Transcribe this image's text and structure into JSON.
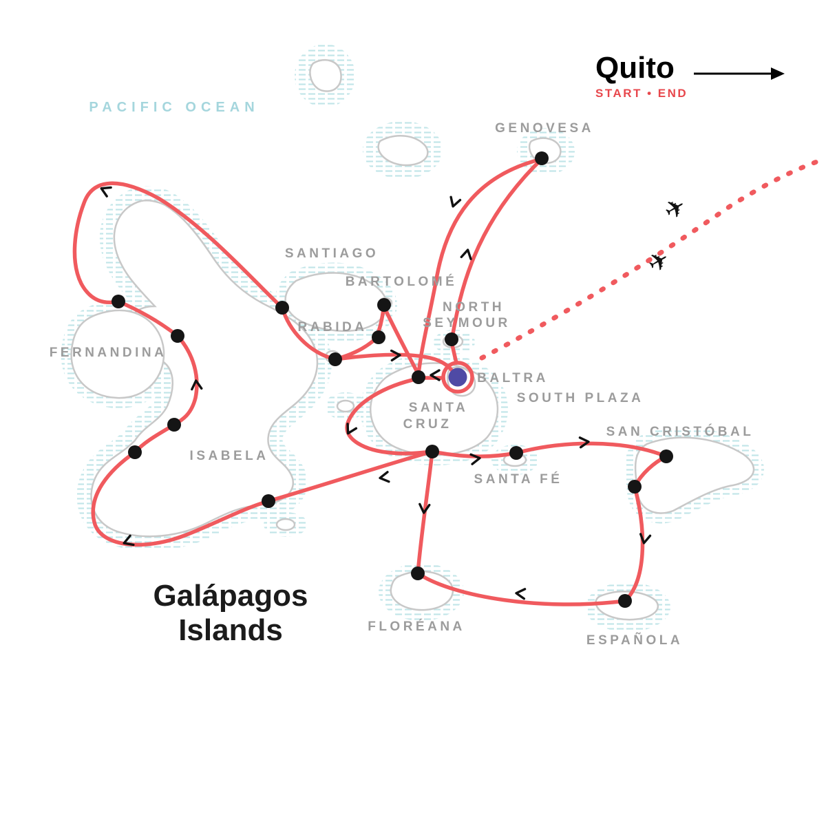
{
  "colors": {
    "route": "#f05a5e",
    "accent": "#e8474c",
    "start": "#4f4aa5",
    "stop": "#151515",
    "water": "#c2e5e8",
    "ocean": "#a5d6dd",
    "label": "#9c9c9c",
    "island-outline": "#c8c8c8"
  },
  "title": {
    "line1": "Galápagos",
    "line2": "Islands"
  },
  "ocean_label": "PACIFIC OCEAN",
  "quito": {
    "label": "Quito",
    "sublabel": "START • END"
  },
  "islands": {
    "genovesa": "GENOVESA",
    "santiago": "SANTIAGO",
    "bartolome": "BARTOLOMÉ",
    "north_seymour": {
      "line1": "NORTH",
      "line2": "SEYMOUR"
    },
    "rabida": "RABIDA",
    "baltra": "BALTRA",
    "south_plaza": "SOUTH PLAZA",
    "santa_cruz": {
      "line1": "SANTA",
      "line2": "CRUZ"
    },
    "san_cristobal": "SAN CRISTÓBAL",
    "fernandina": "FERNANDINA",
    "santa_fe": "SANTA FÉ",
    "isabela": "ISABELA",
    "floreana": "FLORÉANA",
    "espanola": "ESPAÑOLA"
  }
}
